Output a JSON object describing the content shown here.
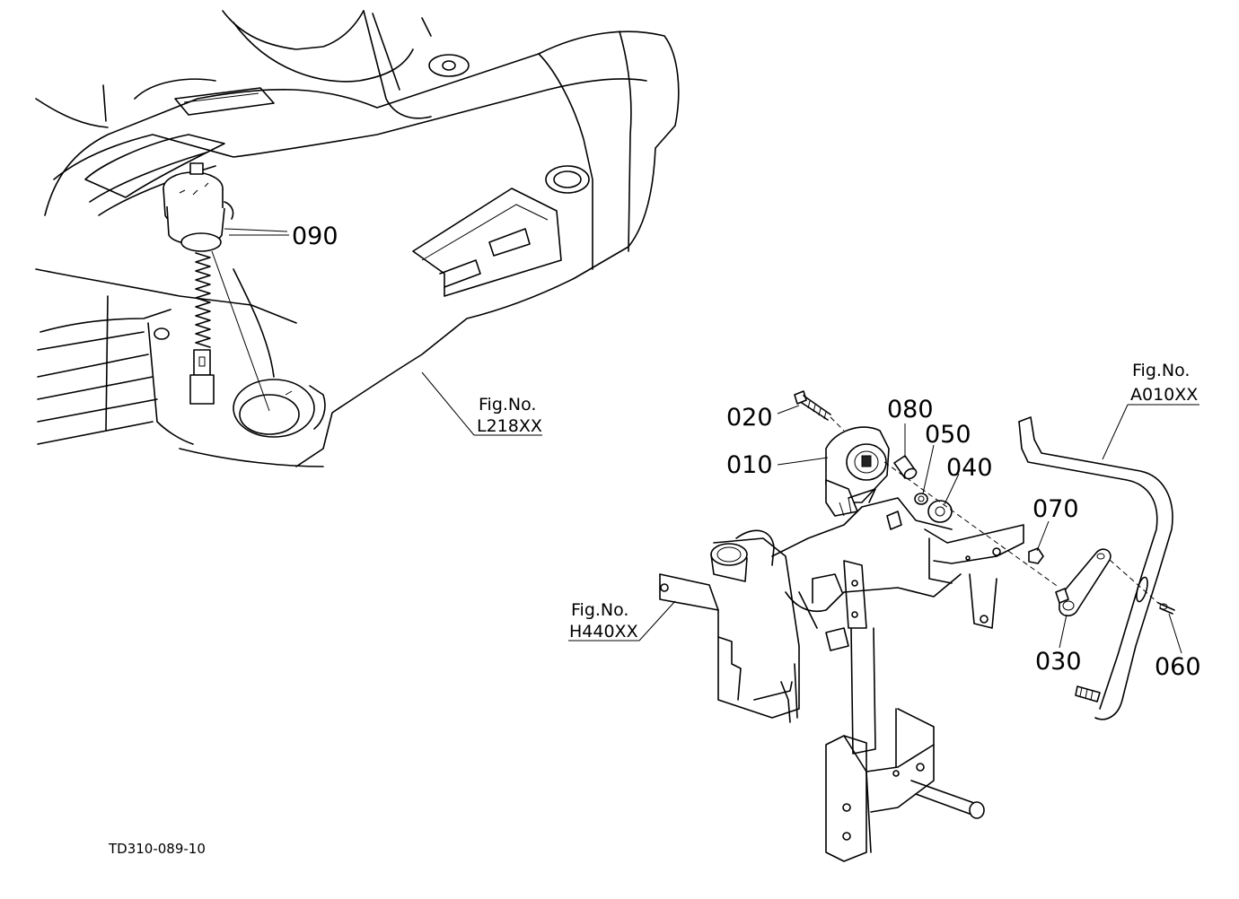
{
  "diagram": {
    "drawing_code": "TD310-089-10",
    "callouts": [
      {
        "id": "090",
        "label": "090"
      },
      {
        "id": "020",
        "label": "020"
      },
      {
        "id": "010",
        "label": "010"
      },
      {
        "id": "080",
        "label": "080"
      },
      {
        "id": "050",
        "label": "050"
      },
      {
        "id": "040",
        "label": "040"
      },
      {
        "id": "070",
        "label": "070"
      },
      {
        "id": "030",
        "label": "030"
      },
      {
        "id": "060",
        "label": "060"
      }
    ],
    "figure_refs": [
      {
        "id": "L218XX",
        "line1": "Fig.No.",
        "line2": "L218XX"
      },
      {
        "id": "H440XX",
        "line1": "Fig.No.",
        "line2": "H440XX"
      },
      {
        "id": "A010XX",
        "line1": "Fig.No.",
        "line2": "A010XX"
      }
    ]
  }
}
